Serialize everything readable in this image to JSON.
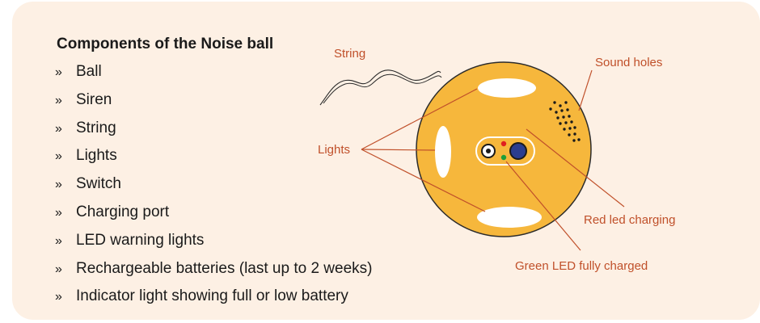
{
  "title": "Components of the Noise ball",
  "bullet_glyph": "»",
  "components": [
    "Ball",
    "Siren",
    "String",
    "Lights",
    "Switch",
    "Charging port",
    "LED warning lights",
    "Rechargeable batteries (last up to 2 weeks)",
    "Indicator light showing full or low battery"
  ],
  "labels": {
    "string": "String",
    "sound_holes": "Sound holes",
    "lights": "Lights",
    "red_led": "Red led charging",
    "green_led": "Green LED fully charged"
  },
  "colors": {
    "background": "#fdf0e4",
    "ball": "#f6b73c",
    "label_text": "#c0502a",
    "leader_line": "#c0502a",
    "red_led": "#e02020",
    "green_led": "#1e9e3a",
    "switch_button": "#2a3d8f"
  }
}
